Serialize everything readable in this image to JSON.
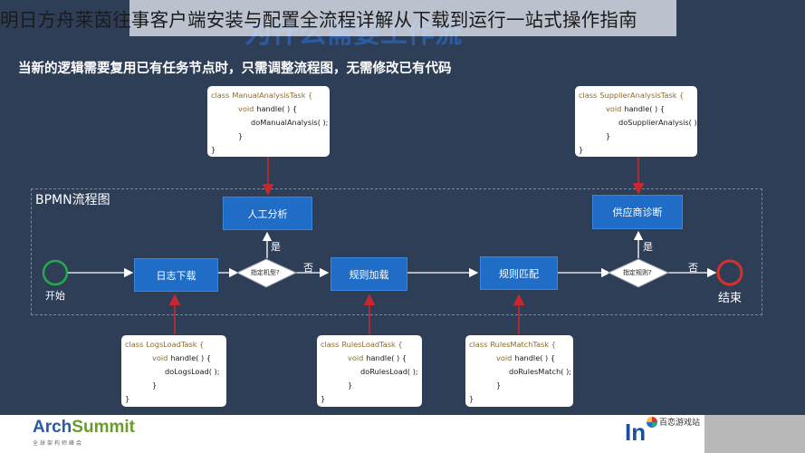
{
  "overlay_title": "明日方舟莱茵往事客户端安装与配置全流程详解从下载到运行一站式操作指南",
  "slide": {
    "heading": "为什么需要工作流",
    "subtitle": "当新的逻辑需要复用已有任务节点时，只需调整流程图，无需修改已有代码",
    "flow_label": "BPMN流程图"
  },
  "code_top_left": {
    "line1_kw": "class",
    "line1_rest": "ManualAnalysisTask {",
    "line2_kw": "void",
    "line2_rest": "handle( ) {",
    "line3": "doManualAnalysis( );",
    "line4": "}",
    "line5": "}"
  },
  "code_top_right": {
    "line1_kw": "class",
    "line1_rest": "SupplierAnalysisTask {",
    "line2_kw": "void",
    "line2_rest": "handle( ) {",
    "line3": "doSupplierAnalysis( );",
    "line4": "}",
    "line5": "}"
  },
  "code_bottom_1": {
    "line1_kw": "class",
    "line1_rest": "LogsLoadTask {",
    "line2_kw": "void",
    "line2_rest": "handle( ) {",
    "line3": "doLogsLoad( );",
    "line4": "}",
    "line5": "}"
  },
  "code_bottom_2": {
    "line1_kw": "class",
    "line1_rest": "RulesLoadTask {",
    "line2_kw": "void",
    "line2_rest": "handle( ) {",
    "line3": "doRulesLoad( );",
    "line4": "}",
    "line5": "}"
  },
  "code_bottom_3": {
    "line1_kw": "class",
    "line1_rest": "RulesMatchTask {",
    "line2_kw": "void",
    "line2_rest": "handle( ) {",
    "line3": "doRulesMatch( );",
    "line4": "}",
    "line5": "}"
  },
  "nodes": {
    "start": "开始",
    "end": "结束",
    "logs_download": "日志下载",
    "manual_analysis": "人工分析",
    "rules_load": "规则加载",
    "rules_match": "规则匹配",
    "supplier_diagnosis": "供应商诊断",
    "gateway_1": "指定机型?",
    "gateway_2": "指定规则?",
    "yes_1": "是",
    "no_1": "否",
    "yes_2": "是",
    "no_2": "否"
  },
  "footer": {
    "logo_arch": "Arch",
    "logo_summit": "Summit",
    "logo_tagline": "全球架构师峰会",
    "logo_in": "In",
    "watermark": "百恋游戏站"
  },
  "colors": {
    "slide_bg": "#2f3e57",
    "node_blue": "#1f6dc6",
    "arrow_red": "#c8282d",
    "start_green": "#27a84a",
    "end_red": "#d9302c"
  }
}
